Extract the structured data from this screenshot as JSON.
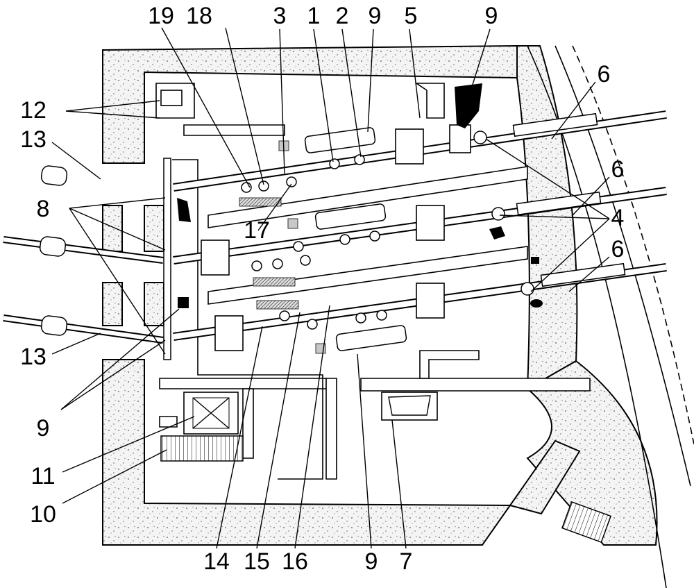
{
  "labels": {
    "l19": "19",
    "l18": "18",
    "l3": "3",
    "l1": "1",
    "l2": "2",
    "l9_top1": "9",
    "l5": "5",
    "l9_top2": "9",
    "l12": "12",
    "l13_top": "13",
    "l8": "8",
    "l6_a": "6",
    "l6_b": "6",
    "l6_c": "6",
    "l4": "4",
    "l17": "17",
    "l13_bot": "13",
    "l9_left": "9",
    "l11": "11",
    "l10": "10",
    "l14": "14",
    "l15": "15",
    "l16": "16",
    "l9_bot": "9",
    "l7": "7"
  }
}
